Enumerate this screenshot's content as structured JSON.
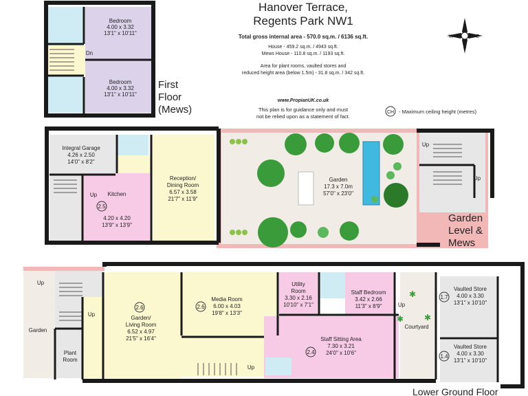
{
  "header": {
    "title_line1": "Hanover Terrace,",
    "title_line2": "Regents Park NW1",
    "total_area": "Total gross internal area - 570.0 sq.m. / 6136 sq.ft.",
    "house_area": "House - 459.2 sq.m. / 4943 sq.ft.",
    "mews_area": "Mews House - 110.8 sq.m. / 1193 sq.ft.",
    "plant_note_1": "Area for plant rooms, vaulted stores and",
    "plant_note_2": "reduced height area (below 1.5m) - 31.8 sq.m. / 342 sq.ft.",
    "website": "www.PropianUK.co.uk",
    "disclaimer_1": "This plan is for guidance only and must",
    "disclaimer_2": "not be relied upon as a statement of fact.",
    "ceiling_key_symbol": "CH",
    "ceiling_key_text": "- Maximum ceiling height (metres)"
  },
  "compass": {
    "n": "N",
    "s": "S",
    "e": "E",
    "w": "W"
  },
  "floors": {
    "first_1": "First",
    "first_2": "Floor",
    "first_3": "(Mews)",
    "garden_1": "Garden",
    "garden_2": "Level &",
    "garden_3": "Mews",
    "lower": "Lower Ground Floor"
  },
  "rooms": {
    "bedroom_top": {
      "name": "Bedroom",
      "metric": "4.00 x 3.32",
      "imperial": "13'1\" x 10'11\""
    },
    "bedroom_bottom": {
      "name": "Bedroom",
      "metric": "4.00 x 3.32",
      "imperial": "13'1\" x 10'11\""
    },
    "dn": "Dn",
    "garage": {
      "name": "Integral Garage",
      "metric": "4.26 x 2.50",
      "imperial": "14'0\" x 8'2\""
    },
    "kitchen": {
      "name": "Kitchen",
      "metric": "4.20 x 4.20",
      "imperial": "13'9\" x 13'9\"",
      "ch": "2.5"
    },
    "reception": {
      "name1": "Reception/",
      "name2": "Dining Room",
      "metric": "6.57 x 3.58",
      "imperial": "21'7\" x 11'9\""
    },
    "garden": {
      "name": "Garden",
      "metric": "17.3 x 7.0m",
      "imperial": "57'0\" x 23'0\""
    },
    "living": {
      "name1": "Garden/",
      "name2": "Living Room",
      "metric": "6.52 x 4.97",
      "imperial": "21'5\" x 16'4\"",
      "ch": "2.6"
    },
    "media": {
      "name": "Media Room",
      "metric": "6.00 x 4.03",
      "imperial": "19'8\" x 13'3\"",
      "ch": "2.6"
    },
    "utility": {
      "name1": "Utility",
      "name2": "Room",
      "metric": "3.30 x 2.16",
      "imperial": "10'10\" x 7'1\""
    },
    "staff_bedroom": {
      "name": "Staff Bedroom",
      "metric": "3.42 x 2.66",
      "imperial": "11'3\" x 8'9\""
    },
    "staff_sitting": {
      "name": "Staff Sitting Area",
      "metric": "7.30 x 3.21",
      "imperial": "24'0\" x 10'6\"",
      "ch": "2.4"
    },
    "courtyard": "Courtyard",
    "vault_top": {
      "name": "Vaulted Store",
      "metric": "4.00 x 3.30",
      "imperial": "13'1\" x 10'10\"",
      "ch": "1.7"
    },
    "vault_bottom": {
      "name": "Vaulted Store",
      "metric": "4.00 x 3.30",
      "imperial": "13'1\" x 10'10\"",
      "ch": "1.4"
    },
    "plant1": "Plant",
    "plant2": "Room",
    "garden_lower": "Garden",
    "up": "Up"
  },
  "colors": {
    "bedroom": "#dcd3ea",
    "yellow": "#fbf7cf",
    "pink": "#f7cbe6",
    "blue": "#cfecf4",
    "grey": "#e7e7e7",
    "garden_paving": "#f1ece6",
    "pool": "#3fb9df",
    "tree": "#3a9b3a",
    "tree_dark": "#2a7a2a",
    "boundary": "#f2b8b8"
  }
}
